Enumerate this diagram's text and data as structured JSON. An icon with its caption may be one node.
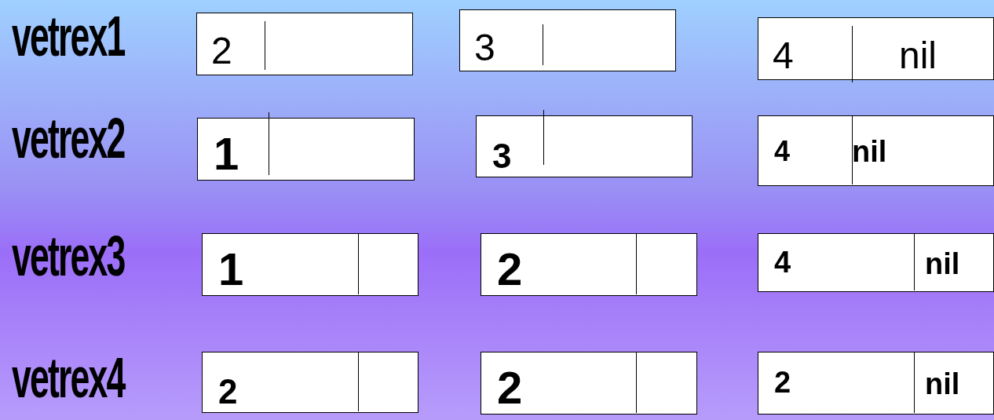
{
  "diagram": {
    "nodes": [
      {
        "text": [
          "2"
        ]
      },
      {
        "text": [
          "3"
        ]
      },
      {
        "text": [
          "4",
          "nil"
        ]
      },
      {
        "text": [
          "1"
        ]
      },
      {
        "text": [
          "3"
        ]
      },
      {
        "text": [
          "4",
          "nil"
        ]
      },
      {
        "text": [
          "1"
        ]
      },
      {
        "text": [
          "2"
        ]
      },
      {
        "text": [
          "4",
          "nil"
        ]
      },
      {
        "text": [
          "2"
        ]
      },
      {
        "text": [
          "2"
        ]
      },
      {
        "text": [
          "2",
          "nil"
        ]
      }
    ],
    "labels": [
      "vetrex1",
      "vetrex2",
      "vetrex3",
      "vetrex4"
    ]
  }
}
